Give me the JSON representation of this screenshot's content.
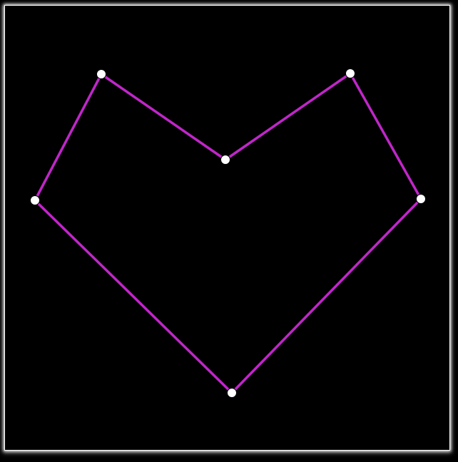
{
  "puzzle": {
    "background_color": "#000000",
    "frame_color": "#ffffff",
    "edge_color": "#c026c9",
    "node_color": "#ffffff",
    "node_names": [
      "node-top-left",
      "node-center",
      "node-top-right",
      "node-right",
      "node-bottom",
      "node-left"
    ],
    "edges": [
      [
        0,
        1
      ],
      [
        1,
        2
      ],
      [
        2,
        3
      ],
      [
        3,
        4
      ],
      [
        4,
        5
      ],
      [
        5,
        0
      ]
    ]
  }
}
